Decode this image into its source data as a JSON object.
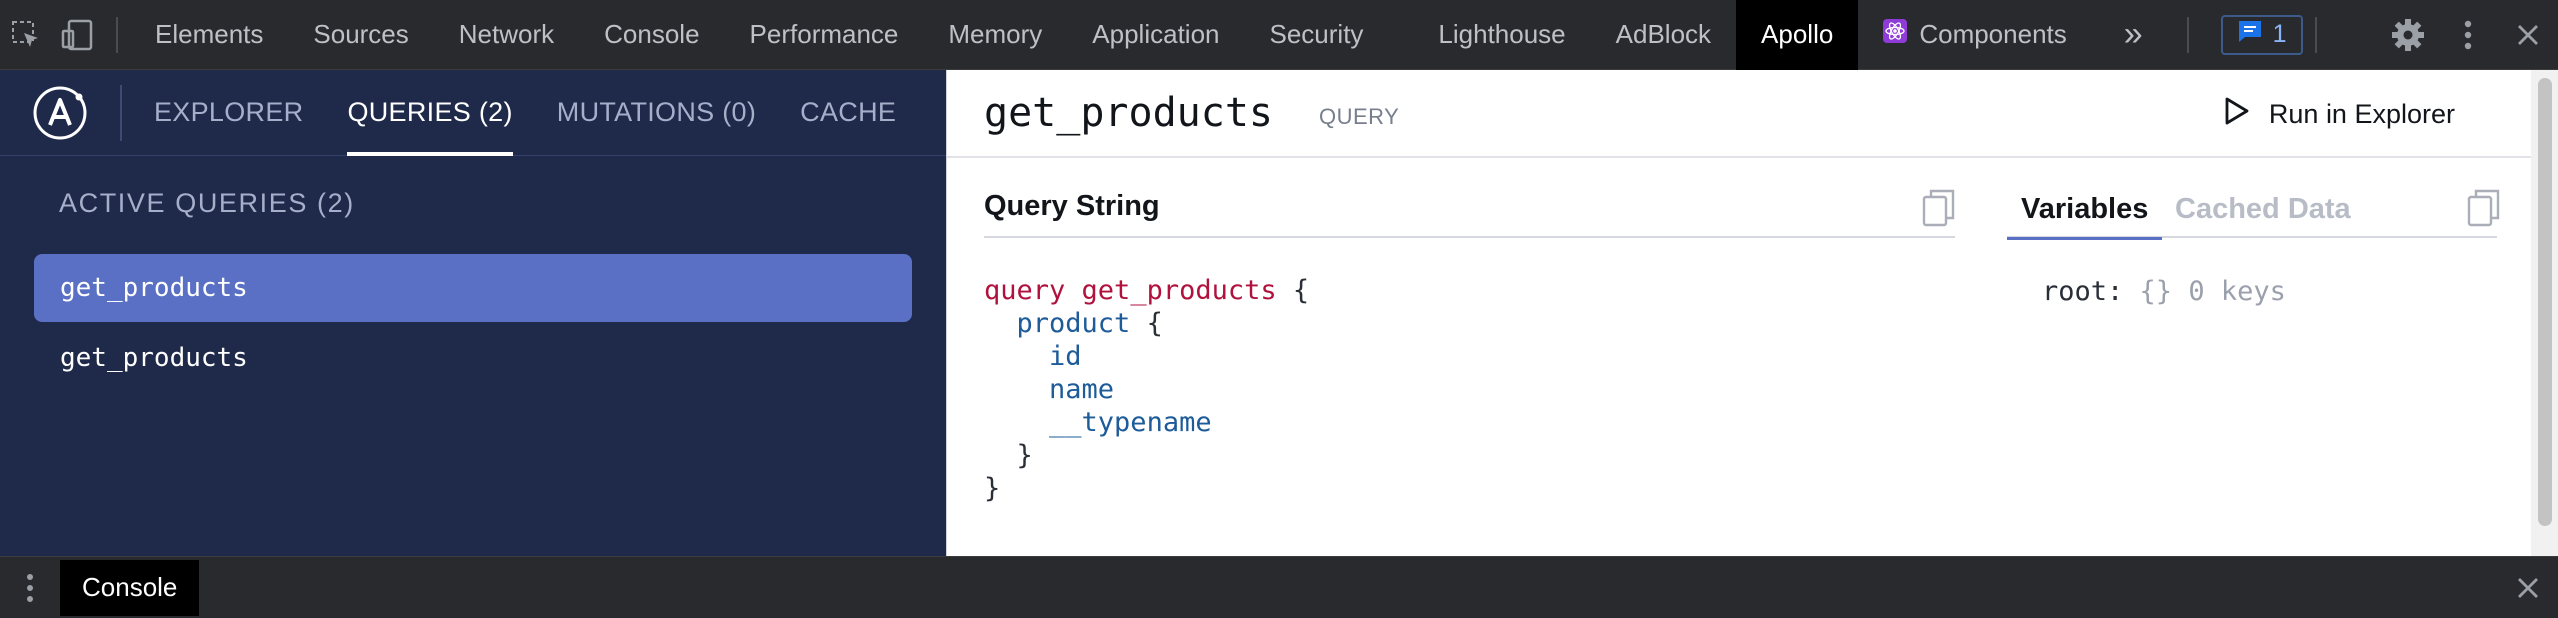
{
  "devtools": {
    "tabs": [
      {
        "label": "Elements"
      },
      {
        "label": "Sources"
      },
      {
        "label": "Network"
      },
      {
        "label": "Console"
      },
      {
        "label": "Performance"
      },
      {
        "label": "Memory"
      },
      {
        "label": "Application"
      },
      {
        "label": "Security"
      },
      {
        "label": "Lighthouse"
      },
      {
        "label": "AdBlock"
      },
      {
        "label": "Apollo"
      },
      {
        "label": "Components"
      }
    ],
    "active_tab": "Apollo",
    "more_tabs_icon": "double-chevron-icon",
    "issues_count": "1",
    "icons": [
      "inspect-element-icon",
      "device-toolbar-icon",
      "settings-gear-icon",
      "kebab-menu-icon",
      "close-icon",
      "react-icon",
      "message-icon"
    ]
  },
  "apollo": {
    "nav_tabs": [
      {
        "label": "EXPLORER"
      },
      {
        "label": "QUERIES (2)"
      },
      {
        "label": "MUTATIONS (0)"
      },
      {
        "label": "CACHE"
      }
    ],
    "active_nav": "QUERIES (2)",
    "section_title": "ACTIVE QUERIES (2)",
    "queries": [
      {
        "name": "get_products",
        "selected": true
      },
      {
        "name": "get_products",
        "selected": false
      }
    ],
    "detail": {
      "title": "get_products",
      "type_label": "QUERY",
      "run_button": "Run in Explorer",
      "query_string_label": "Query String",
      "query_lines": [
        {
          "kw": "query",
          "name": "get_products",
          "rest": " {"
        },
        {
          "indent": "  ",
          "field": "product",
          "rest": " {"
        },
        {
          "indent": "    ",
          "field": "id"
        },
        {
          "indent": "    ",
          "field": "name"
        },
        {
          "indent": "    ",
          "field": "__typename"
        },
        {
          "indent": "  ",
          "rest": "}"
        },
        {
          "rest": "}"
        }
      ],
      "side_tabs": [
        {
          "label": "Variables"
        },
        {
          "label": "Cached Data"
        }
      ],
      "active_side_tab": "Variables",
      "root_key": "root:",
      "root_value": "{}",
      "root_count": "0 keys"
    },
    "colors": {
      "sidebar_bg": "#1f2a4a",
      "selected_item": "#5a70c5",
      "keyword": "#b0123d",
      "field": "#1d5b99"
    }
  },
  "drawer": {
    "tab_label": "Console"
  }
}
